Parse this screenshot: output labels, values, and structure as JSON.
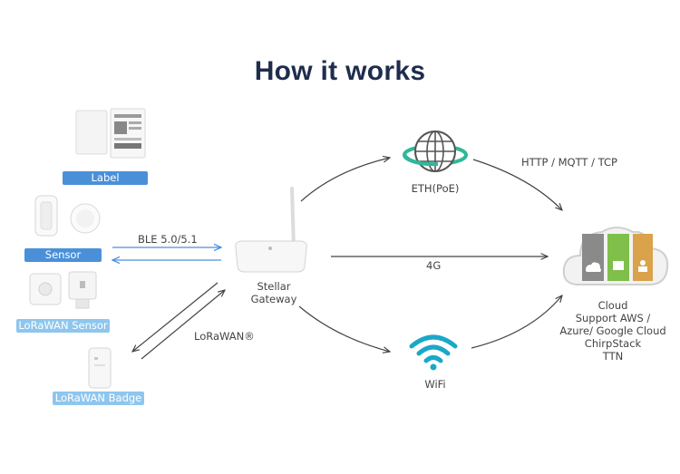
{
  "title": "How it works",
  "devices": {
    "label": "Label",
    "sensor": "Sensor",
    "lorawan_sensor": "LoRaWAN Sensor",
    "lorawan_badge": "LoRaWAN Badge"
  },
  "links": {
    "ble": "BLE 5.0/5.1",
    "lorawan": "LoRaWAN®",
    "http": "HTTP / MQTT / TCP",
    "fourg": "4G"
  },
  "gateway": {
    "line1": "Stellar",
    "line2": "Gateway"
  },
  "network": {
    "eth": "ETH(PoE)",
    "wifi": "WiFi"
  },
  "cloud": {
    "lines": [
      "Cloud",
      "Support AWS /",
      "Azure/ Google Cloud",
      "ChirpStack",
      "TTN"
    ]
  },
  "colors": {
    "title": "#1f2d4d",
    "pill_dark": "#4a90d9",
    "pill_light": "#8ec6ee",
    "ble_arrow": "#4a90d9",
    "arrow": "#444444",
    "wifi": "#1aa8c9",
    "globe_ring": "#2fb89a"
  }
}
